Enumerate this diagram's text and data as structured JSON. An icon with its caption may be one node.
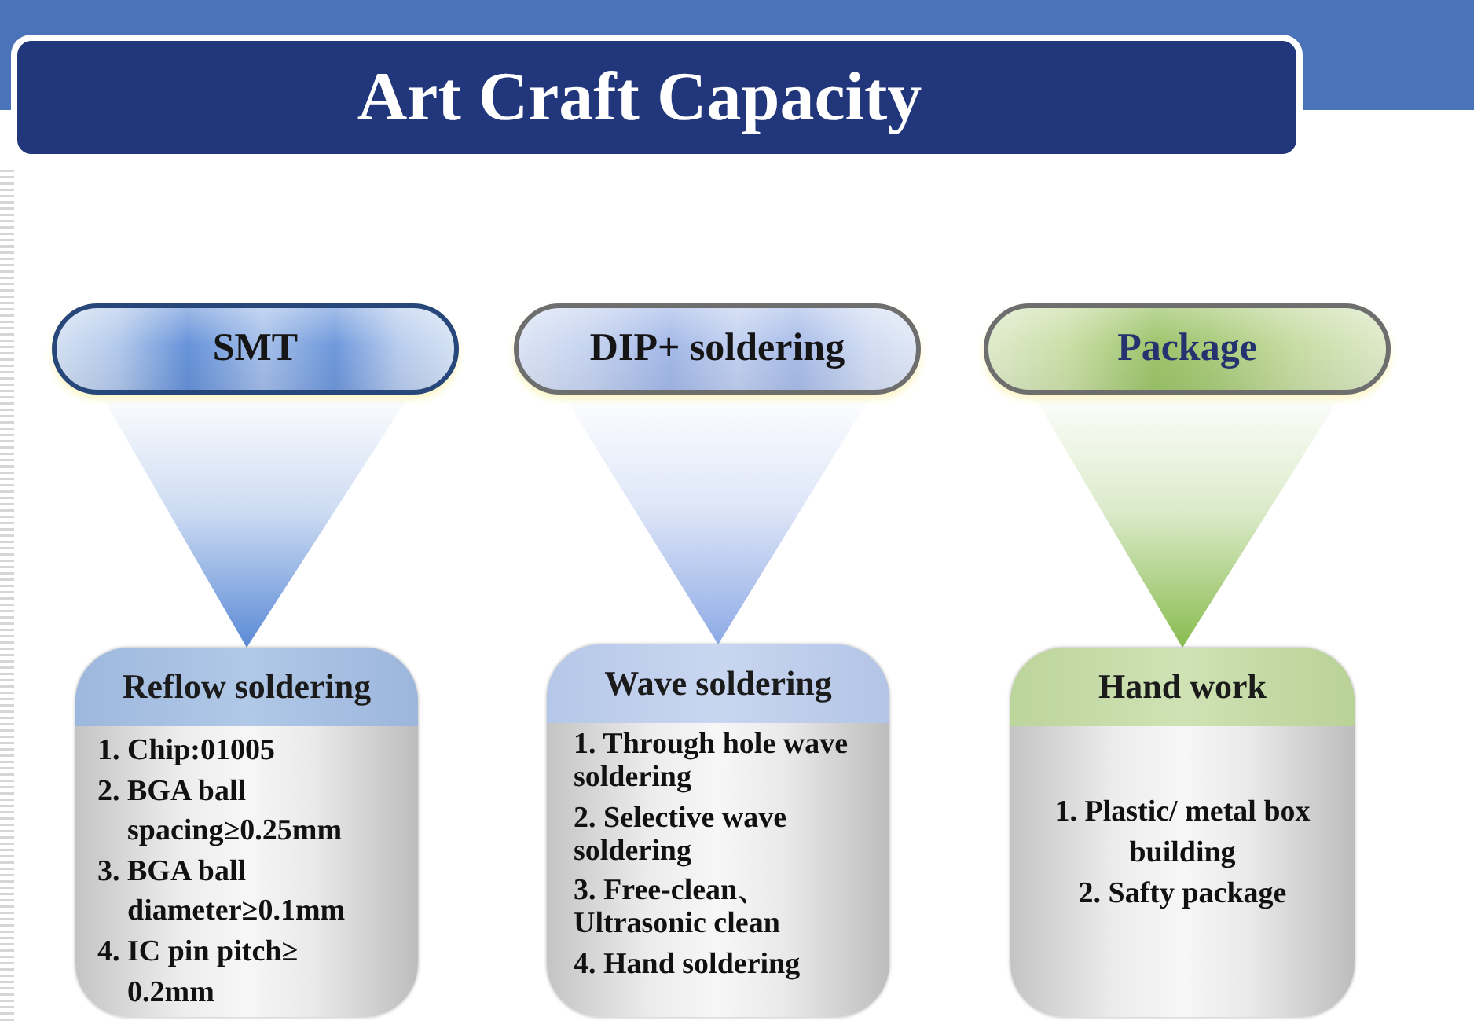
{
  "diagram": {
    "title": "Art Craft Capacity",
    "nodes": [
      {
        "text": [
          "SMT"
        ]
      },
      {
        "text": [
          "DIP+ soldering"
        ]
      },
      {
        "text": [
          "Package"
        ]
      },
      {
        "text": [
          "Reflow soldering",
          "1. Chip:01005",
          "2. BGA ball spacing≥0.25mm",
          "3. BGA ball diameter≥0.1mm",
          "4. IC pin pitch≥ 0.2mm"
        ]
      },
      {
        "text": [
          "Wave soldering",
          "1. Through hole wave soldering",
          "2. Selective wave soldering",
          "3. Free-clean、 Ultrasonic clean",
          "4. Hand soldering"
        ]
      },
      {
        "text": [
          "Hand work",
          "1. Plastic/ metal box building",
          "2. Safty package"
        ]
      }
    ],
    "edges": [
      {
        "from": 0,
        "to": 3,
        "arrow": "to",
        "color": "#5a8ad6"
      },
      {
        "from": 1,
        "to": 4,
        "arrow": "to",
        "color": "#8eaae6"
      },
      {
        "from": 2,
        "to": 5,
        "arrow": "to",
        "color": "#89bb4f"
      }
    ]
  }
}
